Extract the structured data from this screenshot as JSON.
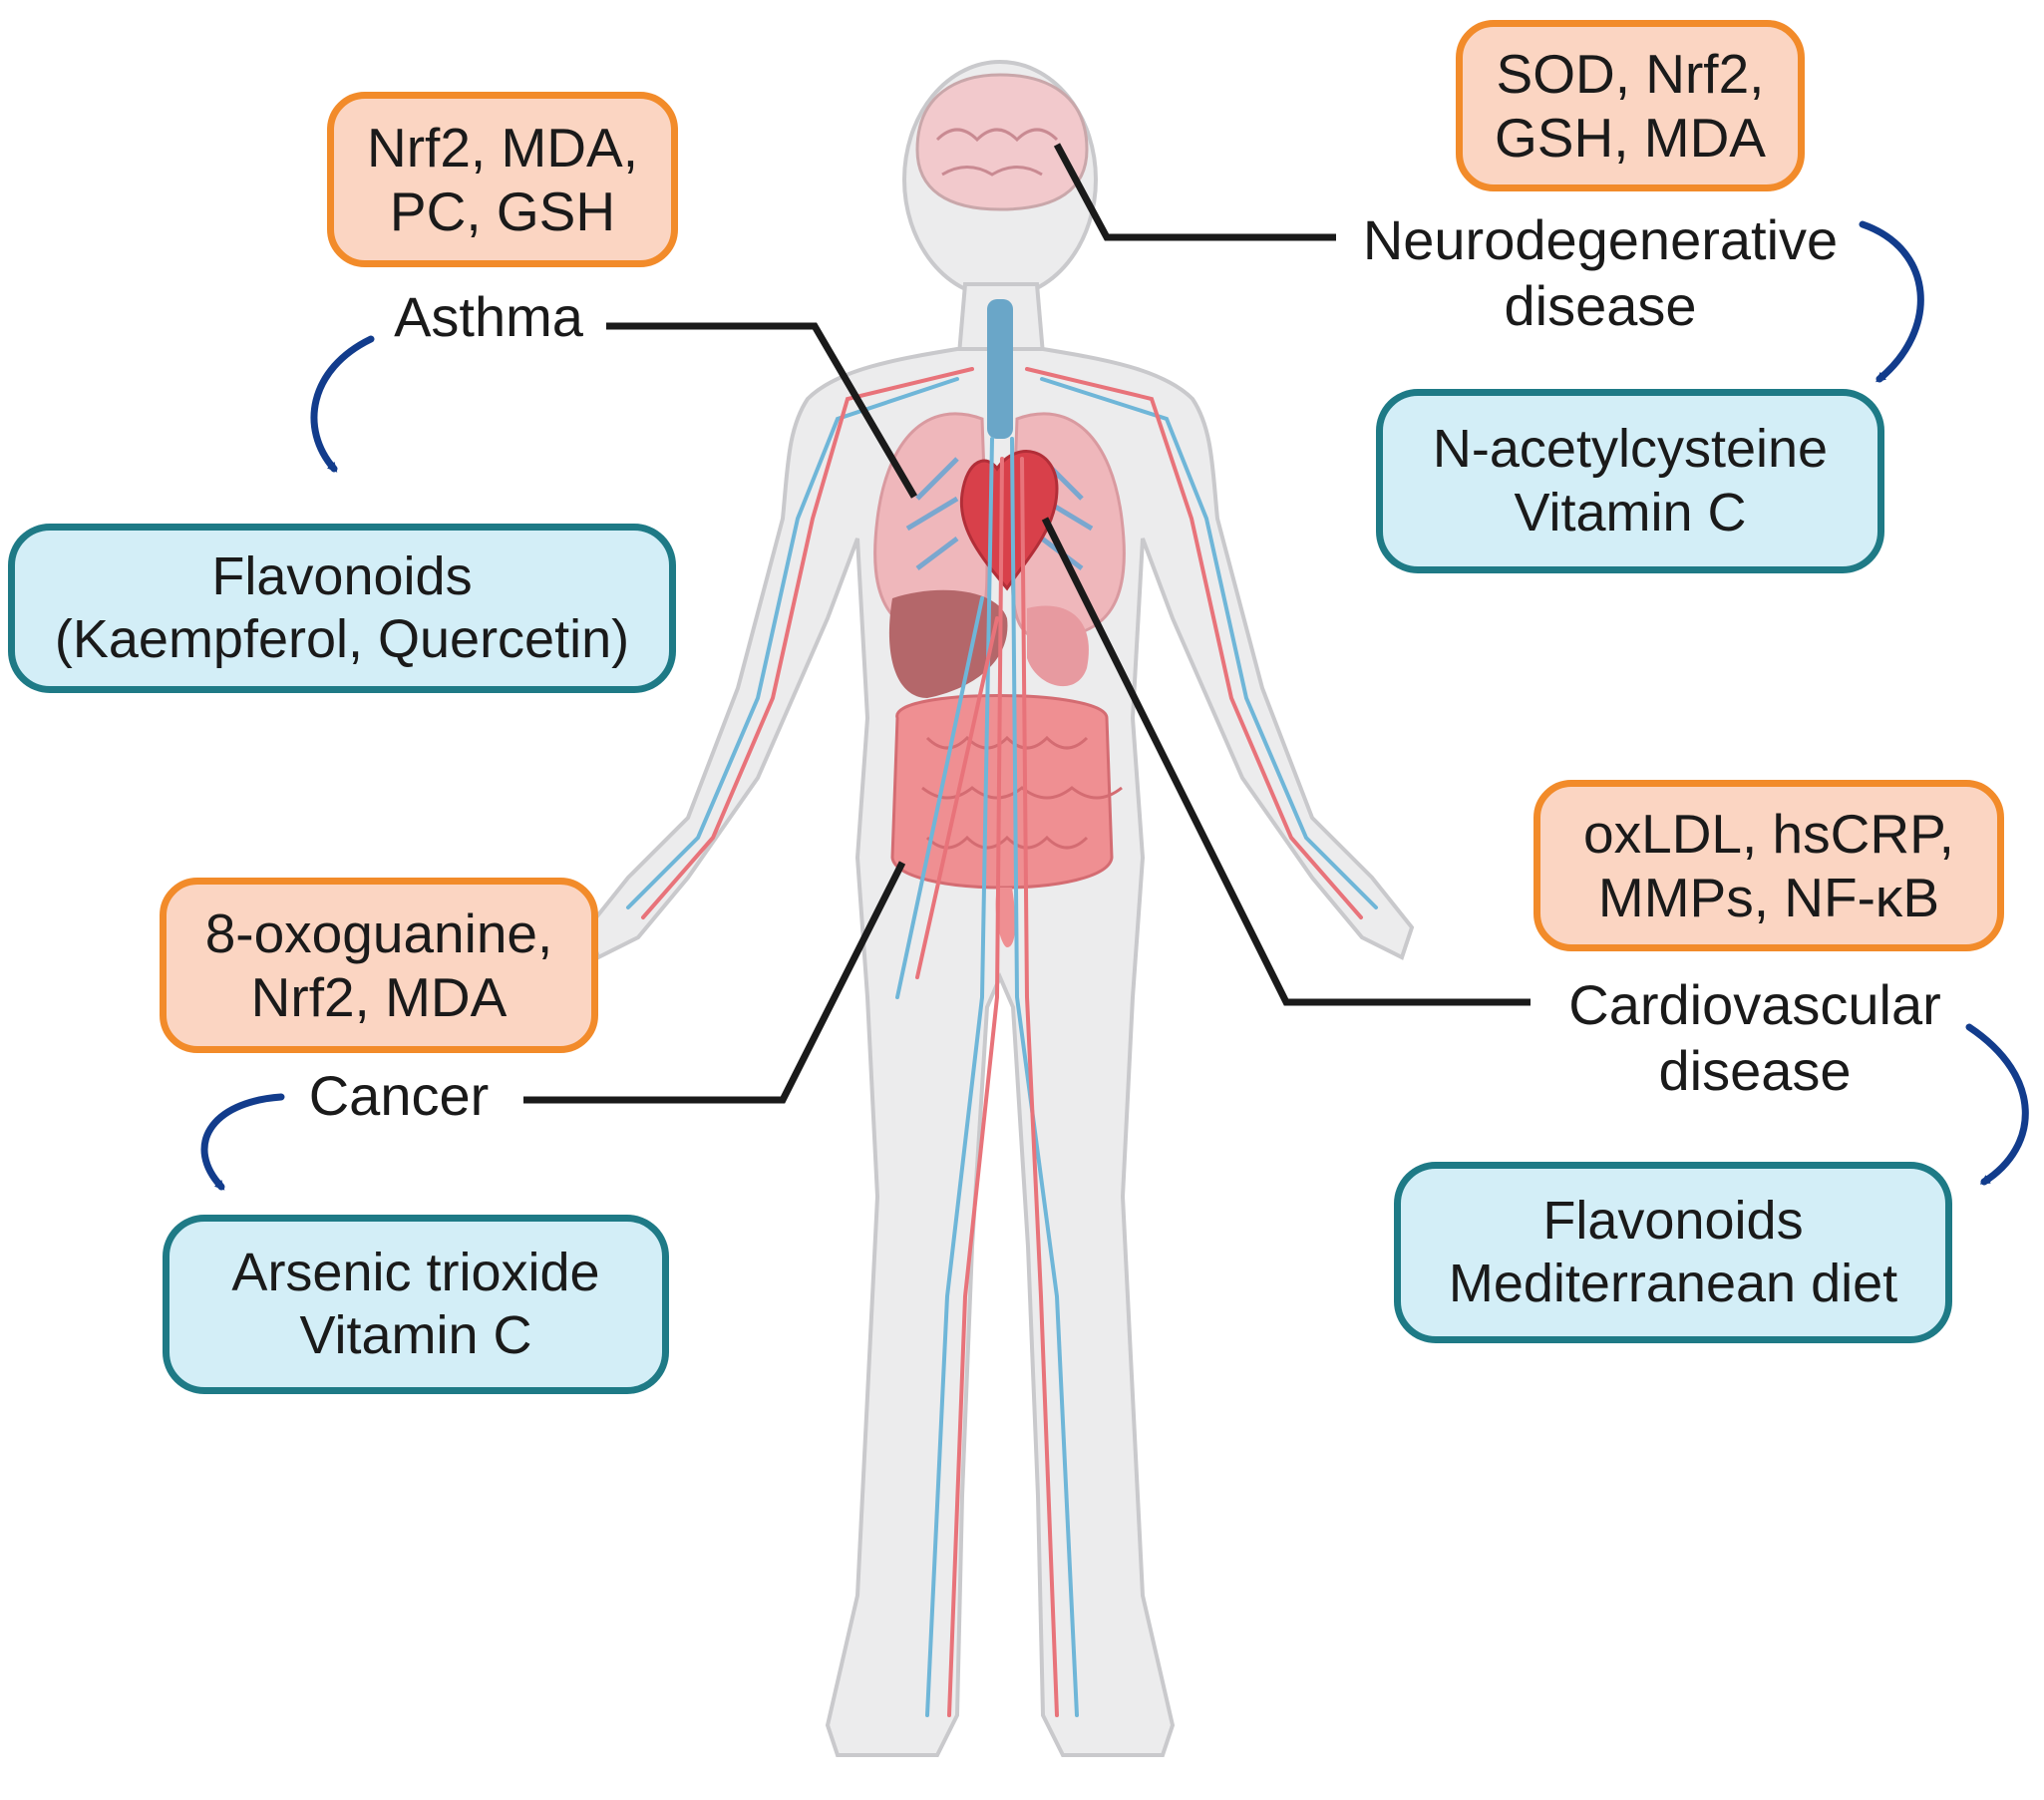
{
  "diseases": {
    "asthma": {
      "label": "Asthma",
      "markers": [
        "Nrf2, MDA,",
        "PC, GSH"
      ],
      "treatments": [
        "Flavonoids",
        "(Kaempferol, Quercetin)"
      ]
    },
    "neurodegenerative": {
      "label": [
        "Neurodegenerative",
        "disease"
      ],
      "markers": [
        "SOD, Nrf2,",
        "GSH, MDA"
      ],
      "treatments": [
        "N-acetylcysteine",
        "Vitamin C"
      ]
    },
    "cancer": {
      "label": "Cancer",
      "markers": [
        "8-oxoguanine,",
        "Nrf2, MDA"
      ],
      "treatments": [
        "Arsenic trioxide",
        "Vitamin C"
      ]
    },
    "cardiovascular": {
      "label": [
        "Cardiovascular",
        "disease"
      ],
      "markers": [
        "oxLDL, hsCRP,",
        "MMPs, NF-κB"
      ],
      "treatments": [
        "Flavonoids",
        "Mediterranean diet"
      ]
    }
  },
  "colors": {
    "marker_fill": "#fbd5c2",
    "marker_border": "#f28b2a",
    "treatment_fill": "#d3eef7",
    "treatment_border": "#1e7a86",
    "arrow": "#123c8c",
    "leader_line": "#1a1a1a",
    "artery": "#e8737a",
    "vein": "#6fb6d8",
    "organ": "#e6868a",
    "body": "#e9e9ea"
  },
  "icons": [
    "human-body-illustration",
    "curved-arrow-icon"
  ]
}
